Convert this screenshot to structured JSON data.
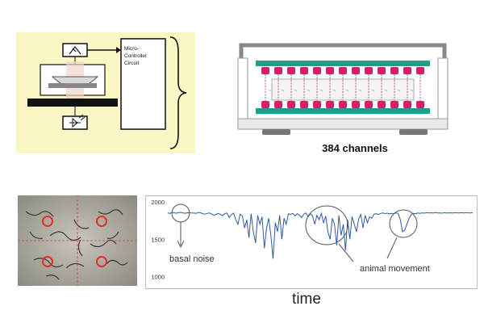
{
  "schematic": {
    "controller_lines": [
      "Micro-",
      "Controller",
      "Circuit"
    ]
  },
  "reader": {
    "caption": "384 channels",
    "wells_per_row": 13
  },
  "photo": {
    "marked_wells": 4
  },
  "chart_data": {
    "type": "line",
    "yticks": [
      1000,
      1500,
      2000
    ],
    "ylim": [
      900,
      2020
    ],
    "xlabel": "time",
    "ylabel": "",
    "series": [
      {
        "values": [
          1850,
          1845,
          1860,
          1852,
          1848,
          1855,
          1858,
          1850,
          1847,
          1853,
          1856,
          1849,
          1851,
          1846,
          1858,
          1852,
          1840,
          1835,
          1844,
          1850,
          1838,
          1820,
          1832,
          1845,
          1830,
          1815,
          1842,
          1850,
          1790,
          1830,
          1848,
          1760,
          1700,
          1835,
          1810,
          1650,
          1760,
          1520,
          1840,
          1600,
          1450,
          1820,
          1700,
          1800,
          1380,
          1650,
          1780,
          1550,
          1240,
          1720,
          1600,
          1820,
          1500,
          1780,
          1700,
          1840,
          1830,
          1845,
          1810,
          1840,
          1820,
          1790,
          1835,
          1850,
          1800,
          1840,
          1810,
          1700,
          1820,
          1760,
          1845,
          1720,
          1810,
          1600,
          1500,
          1780,
          1700,
          1420,
          1820,
          1550,
          1700,
          1350,
          1760,
          1500,
          1800,
          1700,
          1600,
          1770,
          1830,
          1650,
          1820,
          1720,
          1800,
          1780,
          1835,
          1840,
          1830,
          1845,
          1850,
          1842,
          1848,
          1840,
          1845,
          1838,
          1850,
          1844,
          1760,
          1600,
          1620,
          1700,
          1780,
          1830,
          1845,
          1840,
          1850,
          1846,
          1852,
          1848,
          1855,
          1850,
          1853,
          1849,
          1856,
          1850,
          1852,
          1848,
          1854,
          1851,
          1850,
          1853,
          1849,
          1855,
          1852,
          1850,
          1854,
          1851,
          1856,
          1852,
          1850,
          1855
        ]
      }
    ],
    "annotations": [
      {
        "label": "basal noise"
      },
      {
        "label": "animal movement"
      }
    ]
  }
}
